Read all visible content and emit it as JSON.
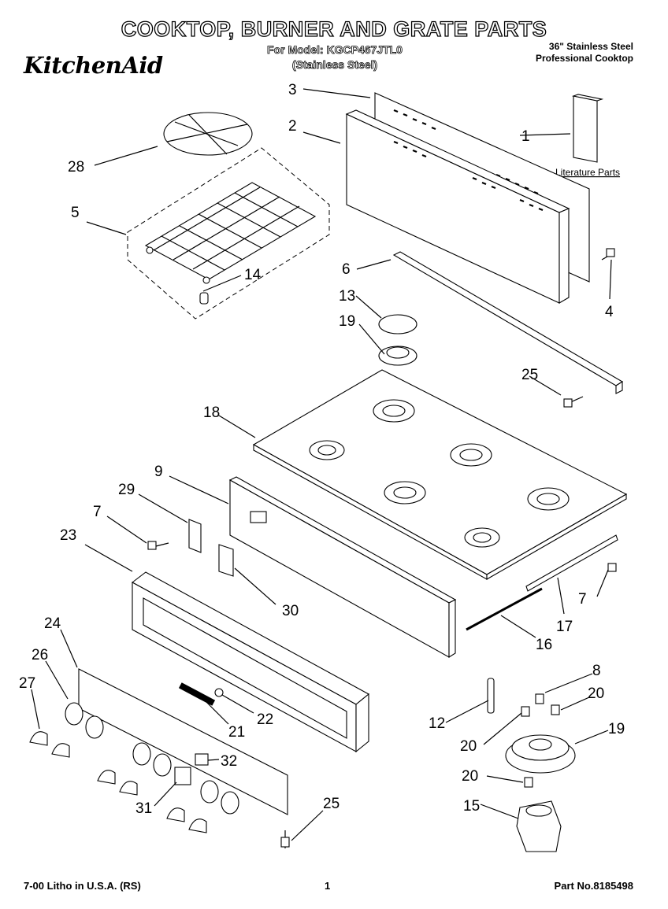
{
  "header": {
    "title": "COOKTOP, BURNER AND GRATE PARTS",
    "brand": "KitchenAid",
    "model_line": "For Model: KGCP467JTL0",
    "model_finish": "(Stainless Steel)",
    "description_line1": "36\" Stainless Steel",
    "description_line2": "Professional Cooktop"
  },
  "diagram": {
    "literature_label": "Literature Parts",
    "callouts": [
      "1",
      "2",
      "3",
      "4",
      "5",
      "6",
      "7",
      "7",
      "8",
      "9",
      "12",
      "13",
      "14",
      "15",
      "16",
      "17",
      "18",
      "19",
      "19",
      "20",
      "20",
      "20",
      "21",
      "22",
      "23",
      "24",
      "25",
      "25",
      "26",
      "27",
      "28",
      "29",
      "30",
      "31",
      "32"
    ]
  },
  "footer": {
    "print_info": "7-00 Litho in U.S.A. (RS)",
    "page_number": "1",
    "part_number": "Part No.8185498"
  }
}
